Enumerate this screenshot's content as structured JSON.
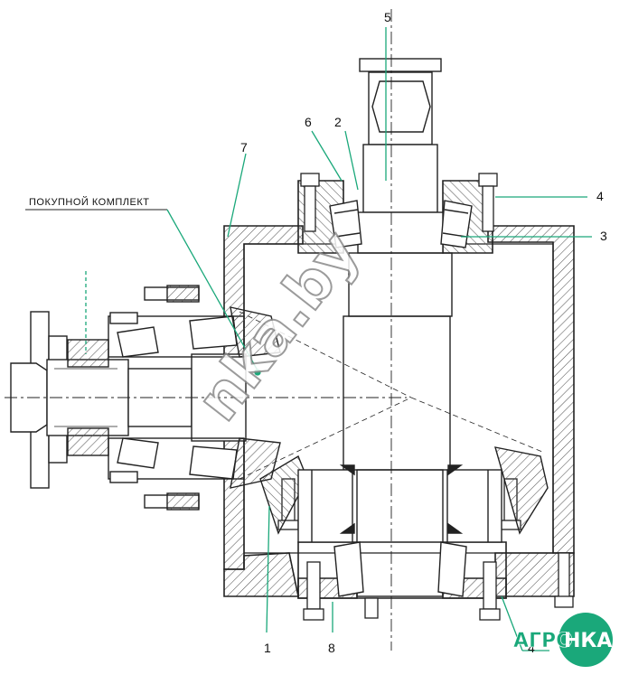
{
  "drawing": {
    "caption": "ПОКУПНОЙ КОМПЛЕКТ",
    "callouts": [
      "1",
      "2",
      "3",
      "4",
      "4",
      "5",
      "6",
      "7",
      "8"
    ]
  },
  "watermark": {
    "text": "nka.by"
  },
  "logo": {
    "left": "АГРО",
    "right": "НКА"
  },
  "colors": {
    "line": "#222222",
    "accent": "#1aa87a",
    "hatch": "#555555"
  }
}
